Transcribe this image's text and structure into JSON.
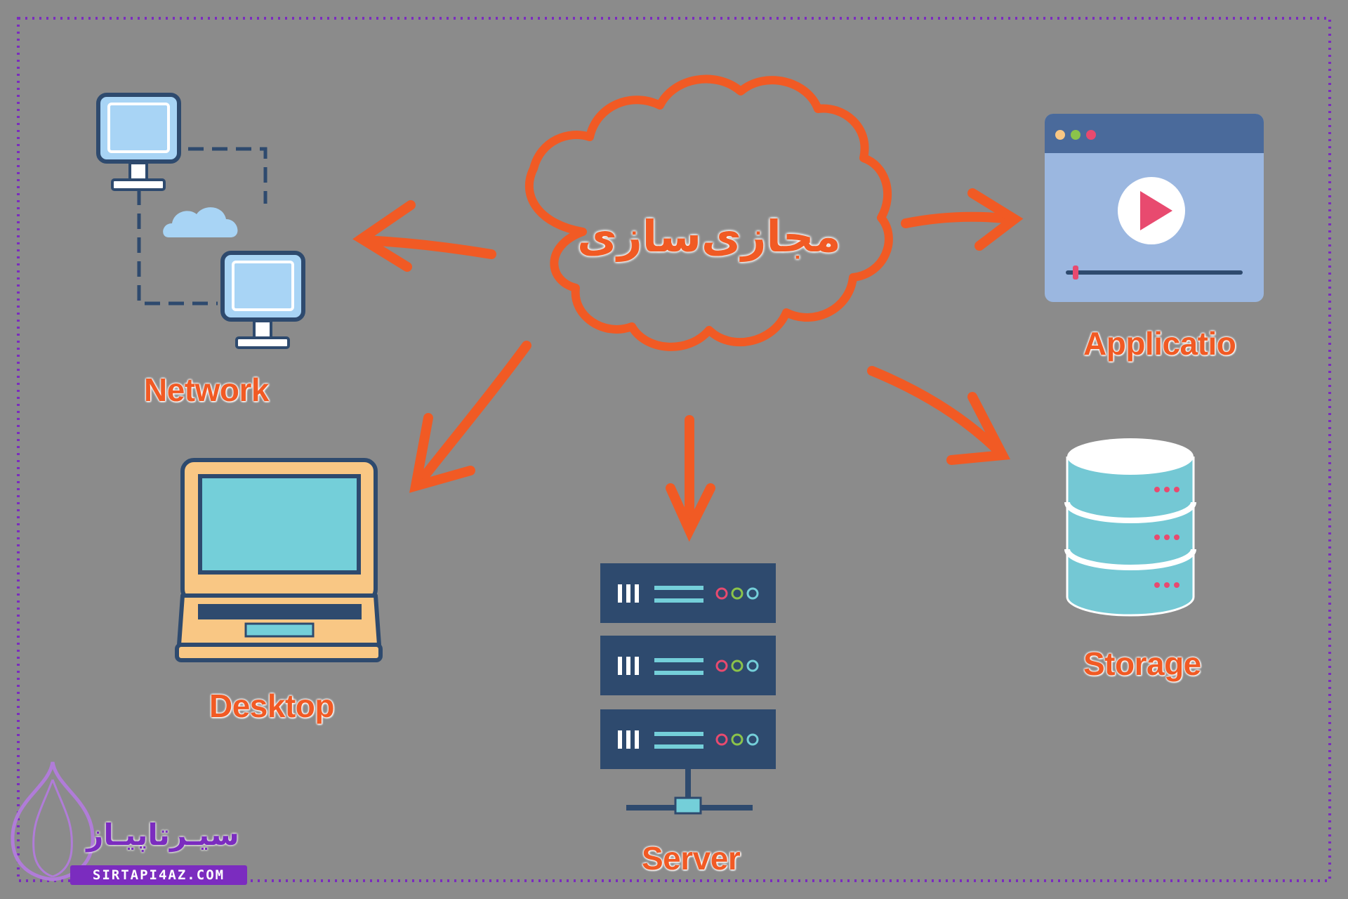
{
  "diagram": {
    "title": "مجازی‌سازی",
    "nodes": [
      {
        "id": "network",
        "label": "Network"
      },
      {
        "id": "desktop",
        "label": "Desktop"
      },
      {
        "id": "server",
        "label": "Server"
      },
      {
        "id": "application",
        "label": "Applicatio"
      },
      {
        "id": "storage",
        "label": "Storage"
      }
    ],
    "colors": {
      "background": "#8b8b8b",
      "accent": "#f15a24",
      "border_dots": "#7b2cbf",
      "monitor": "#a8d4f5",
      "laptop_body": "#f9c784",
      "laptop_screen": "#74cfd9",
      "server_body": "#2e4a6e",
      "storage": "#74c8d4",
      "app_window": "#9bb7e0",
      "app_titlebar": "#4a6a9b",
      "play_button": "#e84a6f"
    }
  },
  "logo": {
    "name": "سیـرتاپیـاز",
    "url": "SIRTAPI4AZ.COM"
  }
}
